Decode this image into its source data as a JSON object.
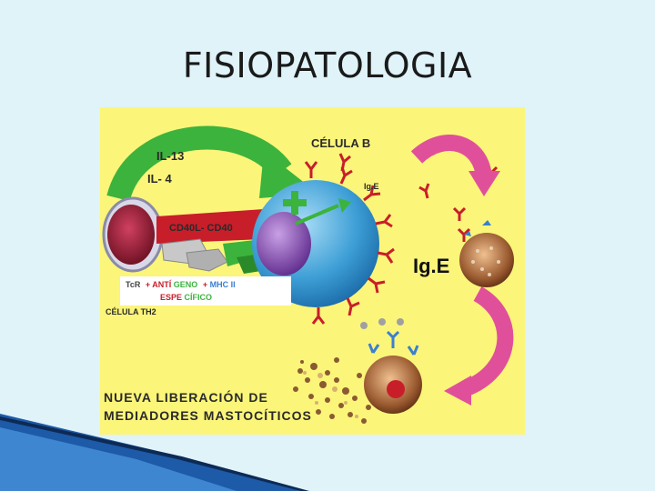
{
  "slide": {
    "title": "FISIOPATOLOGIA"
  },
  "figure": {
    "labels": {
      "il13": "IL-13",
      "il4": "IL- 4",
      "celula_b": "CÉLULA B",
      "ige_small": "Ig.E",
      "ige_large": "Ig.E",
      "cd40l_cd40": "CD40L- CD40",
      "tcr_line1_a": "TcR",
      "tcr_line1_b": "+ ANTÍ",
      "tcr_line1_c": "GENO",
      "tcr_line1_d": "+ ",
      "tcr_line1_e": "MHC II",
      "tcr_line2_a": "ESPE",
      "tcr_line2_b": "CÍFICO",
      "celula_th2": "CÉLULA TH2",
      "nueva_line1": "NUEVA LIBERACIÓN DE",
      "nueva_line2": "MEDIADORES MASTOCÍTICOS"
    },
    "colors": {
      "background": "#fbf57a",
      "b_cell": "#3e9fd6",
      "nucleus": "#7a3fa8",
      "green_arrow": "#3cb33c",
      "magenta_arrow": "#e0509a",
      "cd40_band": "#c81e2a",
      "th2_cell": "#9a1830",
      "mast_cell": "#8a4a28"
    }
  }
}
